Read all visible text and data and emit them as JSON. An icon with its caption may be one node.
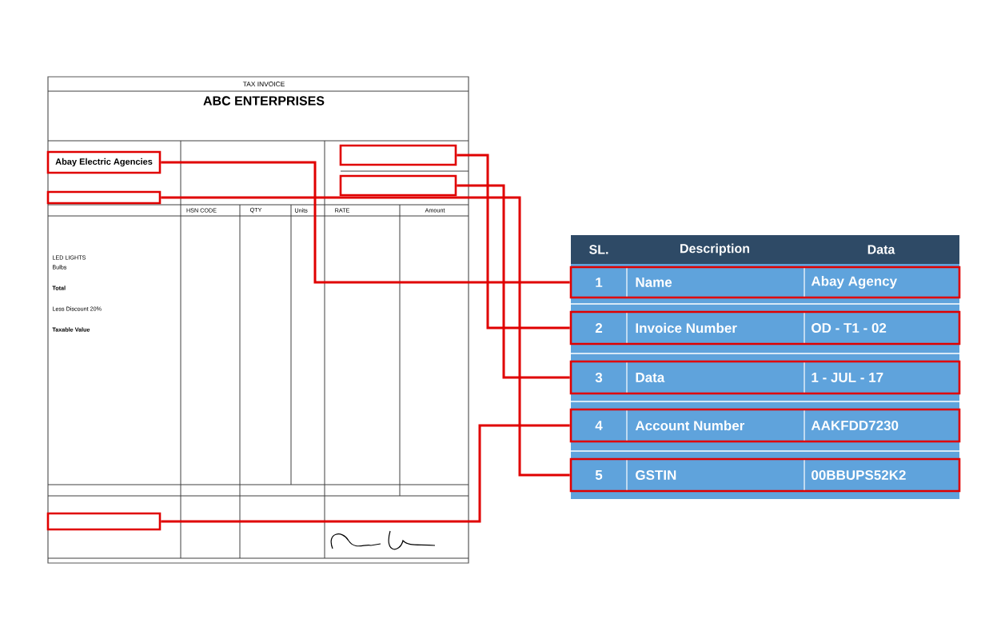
{
  "diagram": {
    "nodes": [
      {
        "text": [
          "Abay Electric Agencies"
        ]
      },
      {
        "text": [],
        "shape": "box"
      },
      {
        "text": [],
        "shape": "box"
      },
      {
        "text": [],
        "shape": "box"
      },
      {
        "text": [],
        "shape": "box"
      },
      {
        "text": [
          "1",
          "Name",
          "Abay Agency"
        ]
      },
      {
        "text": [
          "2",
          "Invoice Number",
          "OD - T1 - 02"
        ]
      },
      {
        "text": [
          "3",
          "Data",
          "1 - JUL - 17"
        ]
      },
      {
        "text": [
          "4",
          "Account Number",
          "AAKFDD7230"
        ]
      },
      {
        "text": [
          "5",
          "GSTIN",
          "00BBUPS52K2"
        ]
      }
    ],
    "edges": [
      {
        "from": 0,
        "to": 5,
        "arrow": "none"
      },
      {
        "from": 1,
        "to": 6,
        "arrow": "none"
      },
      {
        "from": 2,
        "to": 7,
        "arrow": "none"
      },
      {
        "from": 4,
        "to": 8,
        "arrow": "none"
      },
      {
        "from": 3,
        "to": 9,
        "arrow": "none"
      }
    ],
    "labels": [
      "TAX INVOICE",
      "ABC ENTERPRISES",
      "HSN CODE",
      "QTY",
      "Units",
      "RATE",
      "Amount",
      "LED LIGHTS",
      "Bulbs",
      "Total",
      "Less Discount 20%",
      "Taxable Value",
      "SL.",
      "Description",
      "Data"
    ]
  }
}
